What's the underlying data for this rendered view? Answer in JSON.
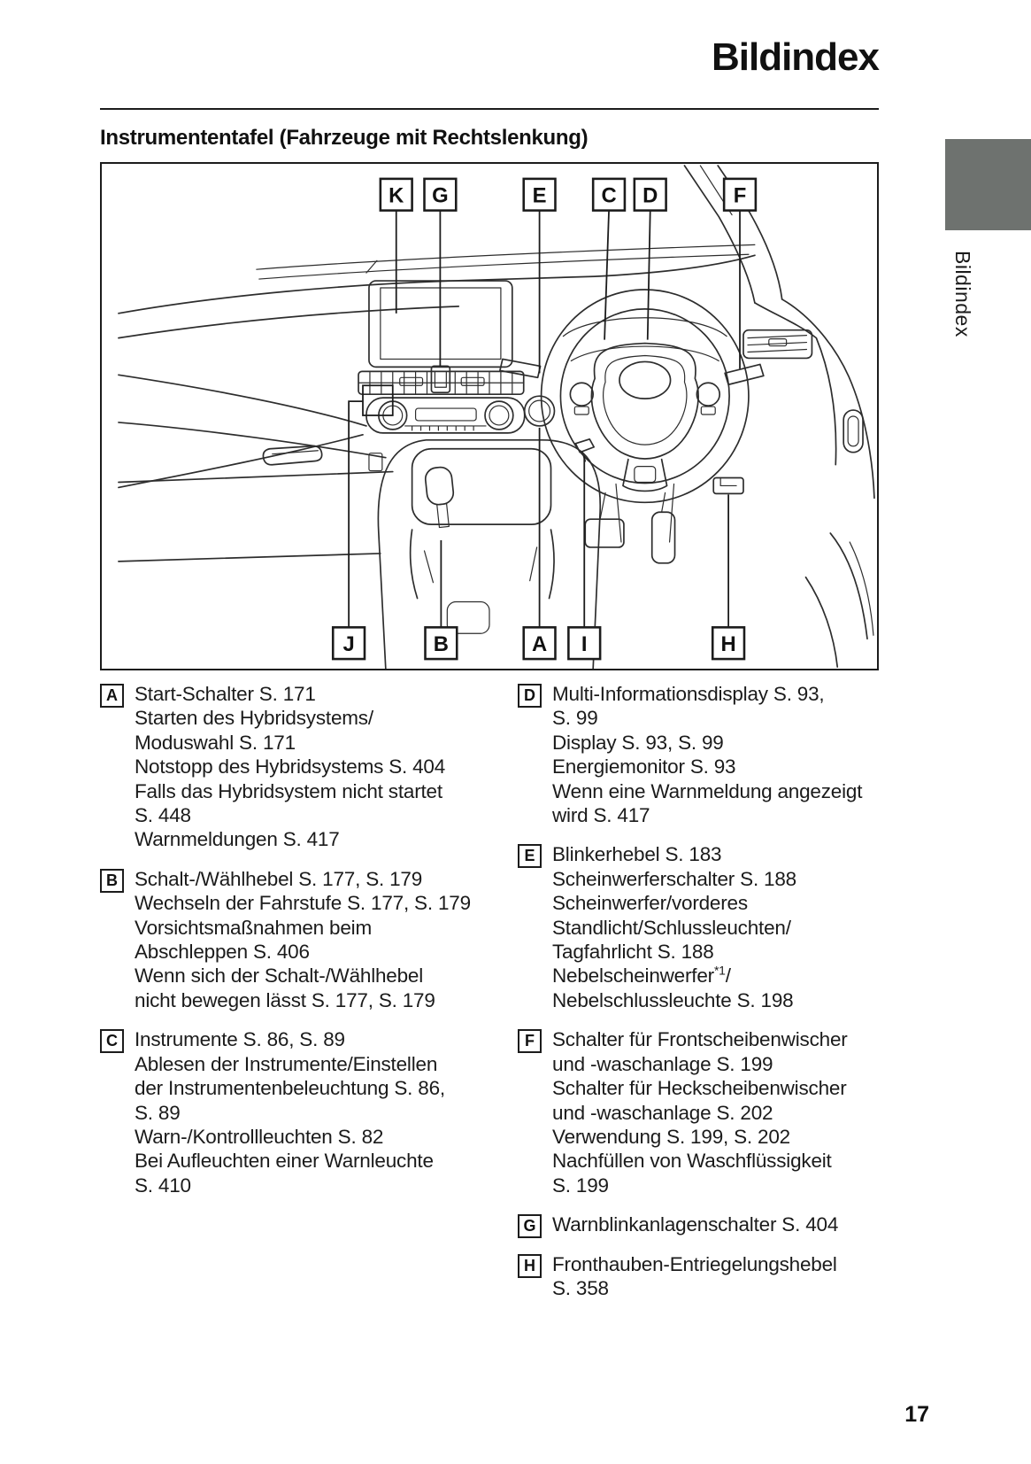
{
  "page": {
    "title": "Bildindex",
    "section_heading": "Instrumententafel (Fahrzeuge mit Rechtslenkung)",
    "side_tab_label": "Bildindex",
    "page_number": "17",
    "tab_color": "#6e726f"
  },
  "diagram": {
    "top_labels": [
      "K",
      "G",
      "E",
      "C",
      "D",
      "F"
    ],
    "bottom_labels": [
      "J",
      "B",
      "A",
      "I",
      "H"
    ]
  },
  "entries_left": [
    {
      "letter": "A",
      "lines": [
        "Start-Schalter S. 171",
        "Starten des Hybridsystems/",
        "Moduswahl S. 171",
        "Notstopp des Hybridsystems S. 404",
        "Falls das Hybridsystem nicht startet",
        "S. 448",
        "Warnmeldungen S. 417"
      ]
    },
    {
      "letter": "B",
      "lines": [
        "Schalt-/Wählhebel S. 177, S. 179",
        "Wechseln der Fahrstufe S. 177, S. 179",
        "Vorsichtsmaßnahmen beim",
        "Abschleppen S. 406",
        "Wenn sich der Schalt-/Wählhebel",
        "nicht bewegen lässt S. 177, S. 179"
      ]
    },
    {
      "letter": "C",
      "lines": [
        "Instrumente S. 86, S. 89",
        "Ablesen der Instrumente/Einstellen",
        "der Instrumentenbeleuchtung S. 86,",
        "S. 89",
        "Warn-/Kontrollleuchten S. 82",
        "Bei Aufleuchten einer Warnleuchte",
        "S. 410"
      ]
    }
  ],
  "entries_right": [
    {
      "letter": "D",
      "lines": [
        "Multi-Informationsdisplay S. 93,",
        "S. 99",
        "Display S. 93, S. 99",
        "Energiemonitor S. 93",
        "Wenn eine Warnmeldung angezeigt",
        "wird S. 417"
      ]
    },
    {
      "letter": "E",
      "lines": [
        "Blinkerhebel S. 183",
        "Scheinwerferschalter S. 188",
        "Scheinwerfer/vorderes",
        "Standlicht/Schlussleuchten/",
        "Tagfahrlicht S. 188",
        "Nebelscheinwerfer*1/",
        "Nebelschlussleuchte S. 198"
      ]
    },
    {
      "letter": "F",
      "lines": [
        "Schalter für Frontscheibenwischer",
        "und -waschanlage S. 199",
        "Schalter für Heckscheibenwischer",
        "und -waschanlage S. 202",
        "Verwendung S. 199, S. 202",
        "Nachfüllen von Waschflüssigkeit",
        "S. 199"
      ]
    },
    {
      "letter": "G",
      "lines": [
        "Warnblinkanlagenschalter S. 404"
      ]
    },
    {
      "letter": "H",
      "lines": [
        "Fronthauben-Entriegelungshebel",
        "S. 358"
      ]
    }
  ]
}
